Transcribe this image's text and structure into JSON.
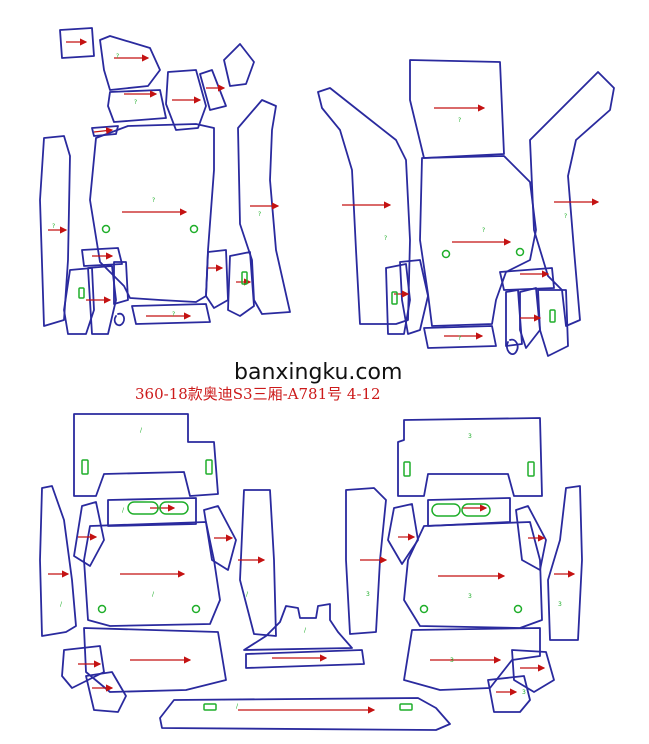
{
  "watermark": "banxingku.com",
  "caption": "360-18款奥迪S3三厢-A781号  4-12",
  "colors": {
    "outline": "#2a2a9e",
    "arrow": "#c41212",
    "cutout": "#1fae2a",
    "caption": "#cc1a1a",
    "background": "#ffffff"
  },
  "piece_marks": {
    "left_hand_drive_set": "?",
    "right_hand_drive_set": "?",
    "set_3_mark": "/",
    "set_4_mark": "3"
  }
}
